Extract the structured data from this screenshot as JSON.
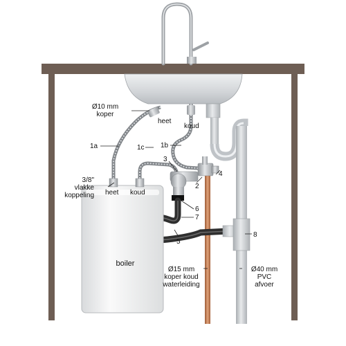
{
  "labels": {
    "copper_10mm_line1": "Ø10 mm",
    "copper_10mm_line2": "koper",
    "heet_top": "heet",
    "koud_top": "koud",
    "n1a": "1a",
    "n1b": "1b",
    "n1c": "1c",
    "n2": "2",
    "n3": "3",
    "n4": "4",
    "n5": "5",
    "n6": "6",
    "n7": "7",
    "n8": "8",
    "coupling_line1": "3/8\"",
    "coupling_line2": "vlakke",
    "coupling_line3": "koppeling",
    "boiler_heet": "heet",
    "boiler_koud": "koud",
    "boiler": "boiler",
    "copper_15mm_line1": "Ø15 mm",
    "copper_15mm_line2": "koper koud",
    "copper_15mm_line3": "waterleiding",
    "pvc_line1": "Ø40 mm",
    "pvc_line2": "PVC",
    "pvc_line3": "afvoer"
  },
  "colors": {
    "countertop": "#6e5e54",
    "cabinet": "#6e5e54",
    "sink": "#dcdee0",
    "chrome": "#b4b8bc",
    "boiler_body": "#f2f2f2",
    "copper": "#c8825a",
    "pvc": "#cfd3d6",
    "rubber_hose": "#333333"
  }
}
